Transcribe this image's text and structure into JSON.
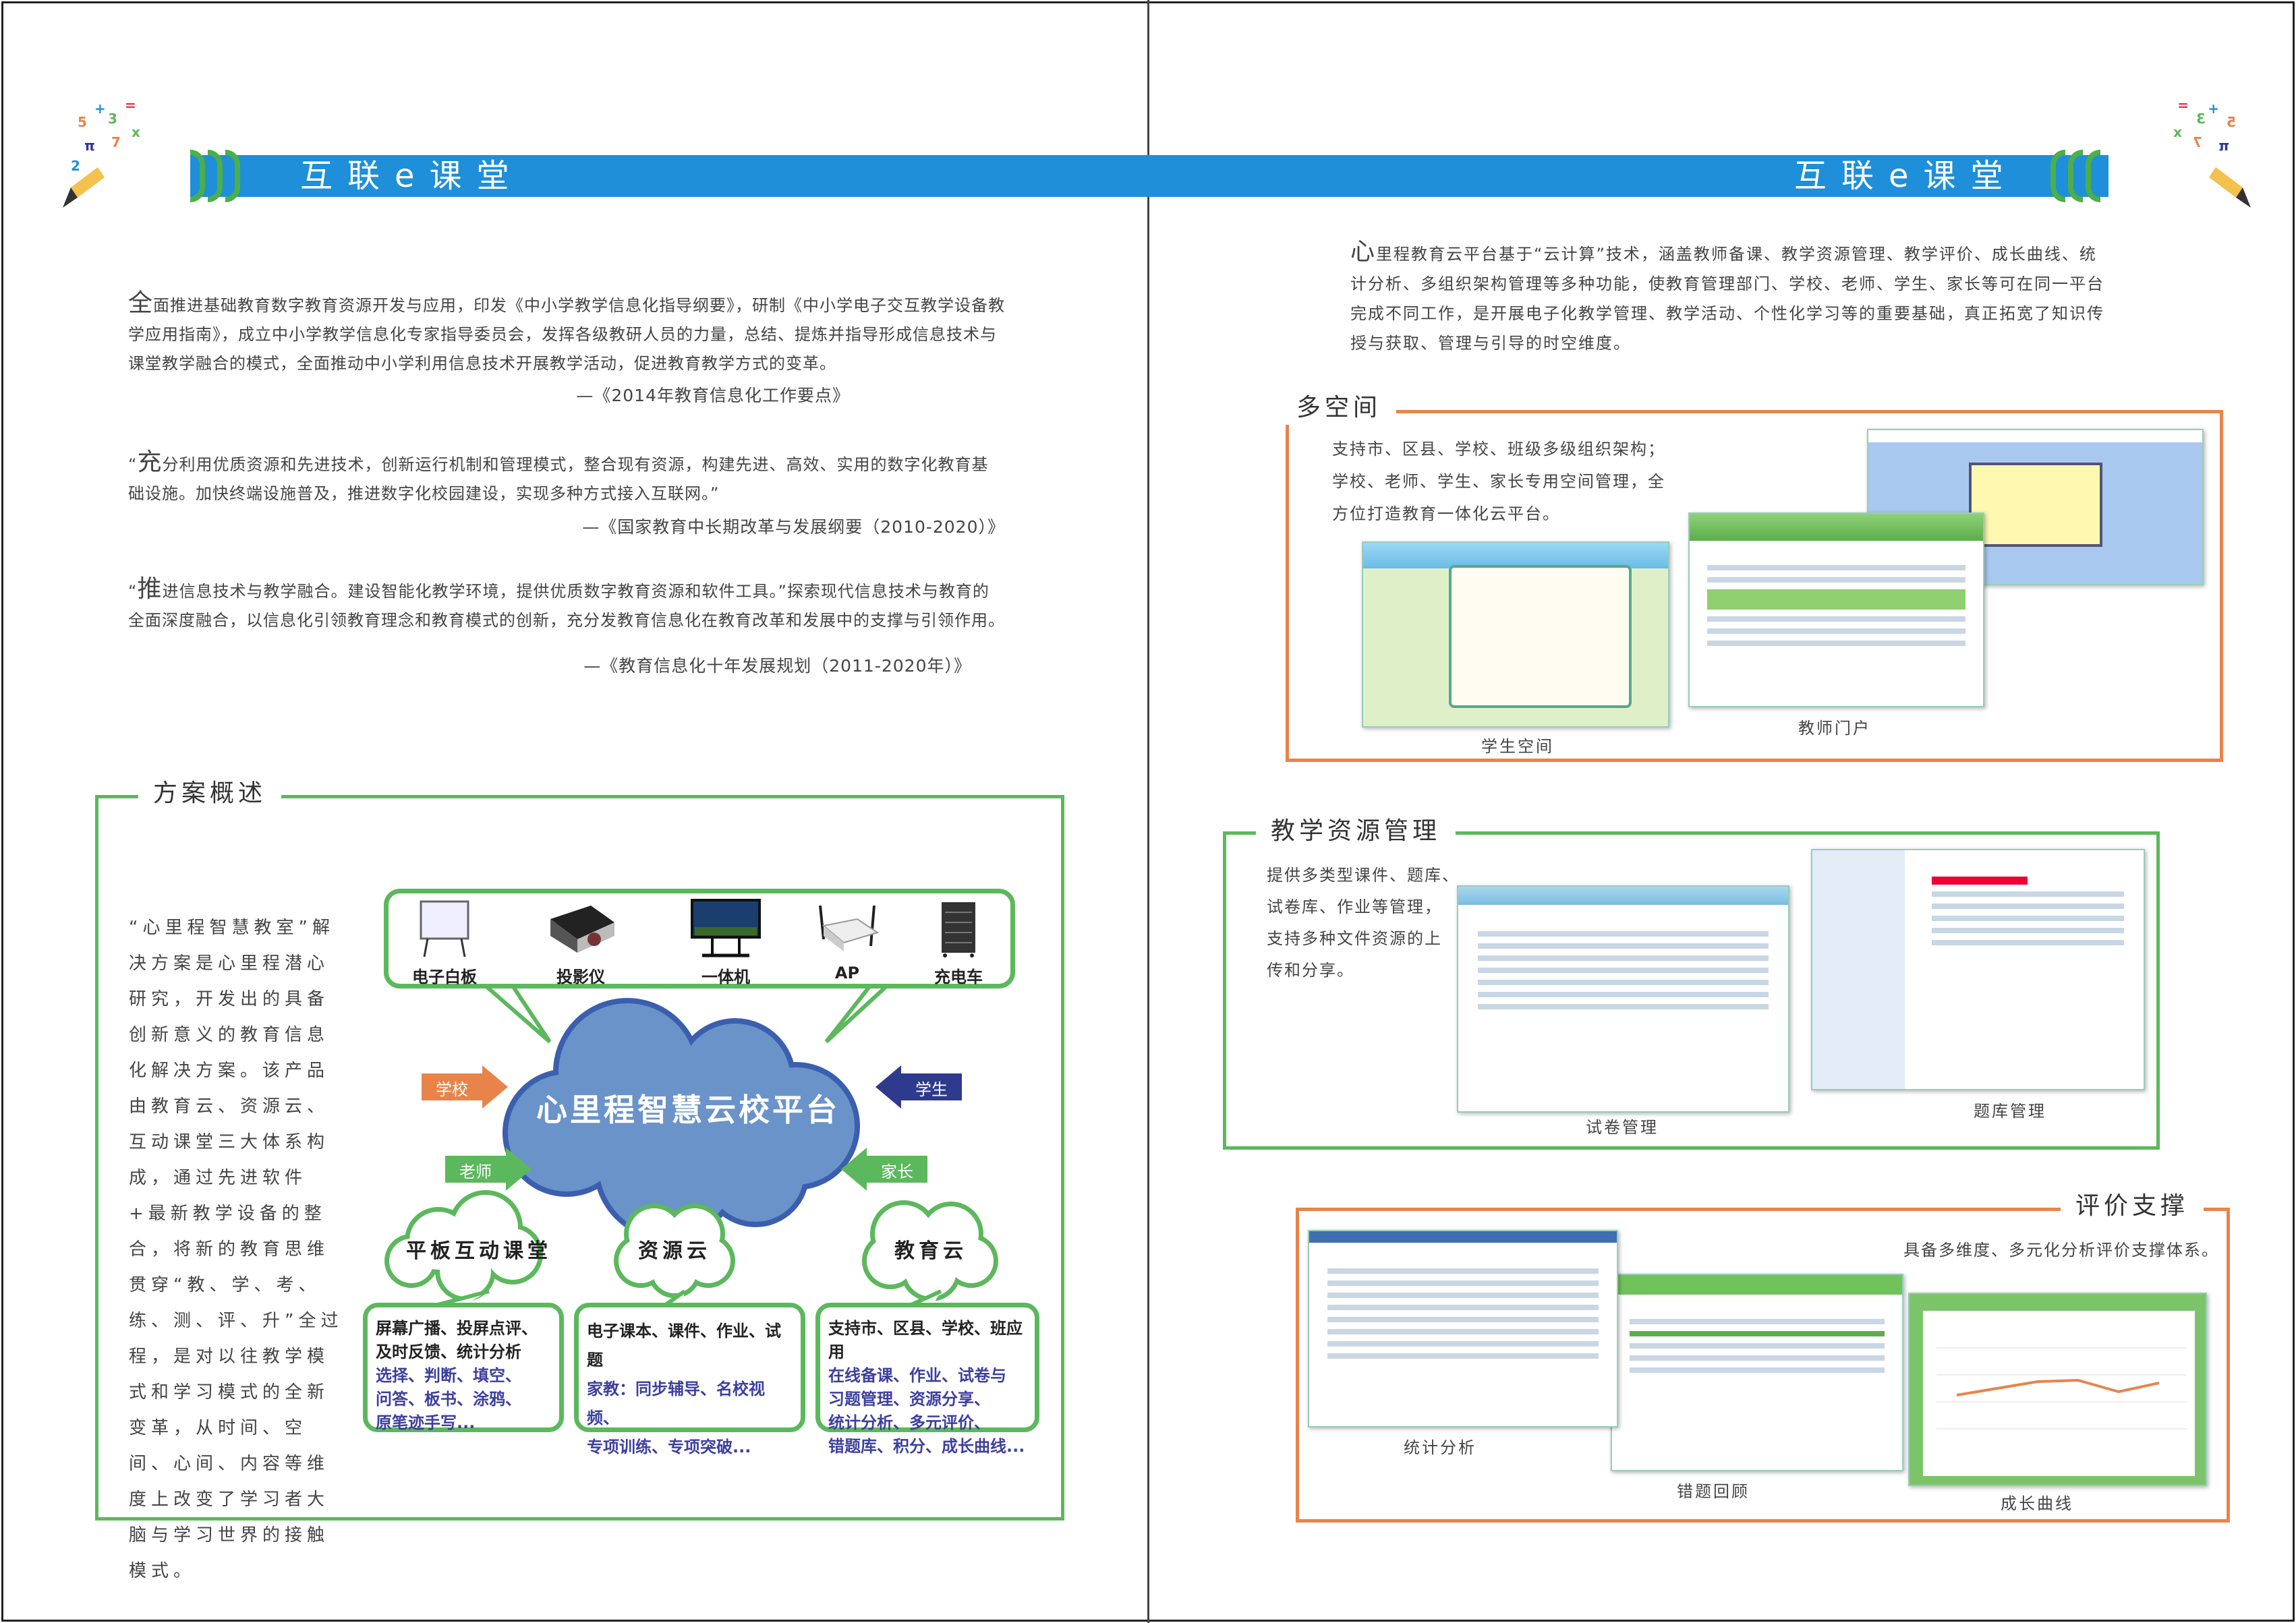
{
  "header": {
    "title_left": "互联e课堂",
    "title_right": "互联e课堂"
  },
  "quotes": [
    {
      "prefix": "",
      "lead": "全",
      "body": "面推进基础教育数字教育资源开发与应用，印发《中小学教学信息化指导纲要》，研制《中小学电子交互教学设备教学应用指南》，成立中小学教学信息化专家指导委员会，发挥各级教研人员的力量，总结、提炼并指导形成信息技术与课堂教学融合的模式，全面推动中小学利用信息技术开展教学活动，促进教育教学方式的变革。",
      "source": "—《2014年教育信息化工作要点》"
    },
    {
      "prefix": "“",
      "lead": "充",
      "body": "分利用优质资源和先进技术，创新运行机制和管理模式，整合现有资源，构建先进、高效、实用的数字化教育基础设施。加快终端设施普及，推进数字化校园建设，实现多种方式接入互联网。”",
      "source": "—《国家教育中长期改革与发展纲要（2010-2020）》"
    },
    {
      "prefix": "“",
      "lead": "推",
      "body": "进信息技术与教学融合。建设智能化教学环境，提供优质数字教育资源和软件工具。”探索现代信息技术与教育的全面深度融合，以信息化引领教育理念和教育模式的创新，充分发教育信息化在教育改革和发展中的支撑与引领作用。",
      "source": "—《教育信息化十年发展规划（2011-2020年）》"
    }
  ],
  "overview": {
    "title": "方案概述",
    "text": "“心里程智慧教室”解决方案是心里程潜心研究，开发出的具备创新意义的教育信息化解决方案。该产品由教育云、资源云、互动课堂三大体系构成，通过先进软件+最新教学设备的整合，将新的教育思维贯穿“教、学、考、练、测、评、升”全过程，是对以往教学模式和学习模式的全新变革，从时间、空间、心间、内容等维度上改变了学习者大脑与学习世界的接触模式。",
    "devices": [
      "电子白板",
      "投影仪",
      "一体机",
      "AP",
      "充电车"
    ],
    "platform": "心里程智慧云校平台",
    "arrows": {
      "school": "学校",
      "student": "学生",
      "teacher": "老师",
      "parent": "家长"
    },
    "colors": {
      "school": "#e8844a",
      "student": "#2e3a8c",
      "teacher": "#5cb85c",
      "parent": "#5cb85c",
      "cloud": "#6a93c9"
    },
    "modules": [
      {
        "title": "平板互动课堂",
        "black": [
          "屏幕广播、投屏点评、",
          "及时反馈、统计分析"
        ],
        "blue": [
          "选择、判断、填空、",
          "问答、板书、涂鸦、",
          "原笔迹手写..."
        ]
      },
      {
        "title": "资源云",
        "black": [
          "电子课本、课件、作业、试题"
        ],
        "blue": [
          "家教：同步辅导、名校视频、",
          "专项训练、专项突破..."
        ]
      },
      {
        "title": "教育云",
        "black": [
          "支持市、区县、学校、班应用"
        ],
        "blue": [
          "在线备课、作业、试卷与",
          "习题管理、资源分享、",
          "统计分析、多元评价、",
          "错题库、积分、成长曲线..."
        ]
      }
    ]
  },
  "intro": {
    "lead": "心",
    "body": "里程教育云平台基于“云计算”技术，涵盖教师备课、教学资源管理、教学评价、成长曲线、统计分析、多组织架构管理等多种功能，使教育管理部门、学校、老师、学生、家长等可在同一平台完成不同工作，是开展电子化教学管理、教学活动、个性化学习等的重要基础，真正拓宽了知识传授与获取、管理与引导的时空维度。"
  },
  "multispace": {
    "title": "多空间",
    "lines": [
      "支持市、区县、学校、班级多级组织架构；",
      "学校、老师、学生、家长专用空间管理，全",
      "方位打造教育一体化云平台。"
    ],
    "captions": [
      "学生空间",
      "教师门户"
    ]
  },
  "resources": {
    "title": "教学资源管理",
    "lines": [
      "提供多类型课件、题库、",
      "试卷库、作业等管理，",
      "支持多种文件资源的上",
      "传和分享。"
    ],
    "captions": [
      "试卷管理",
      "题库管理"
    ]
  },
  "evaluation": {
    "title": "评价支撑",
    "text": "具备多维度、多元化分析评价支撑体系。",
    "captions": [
      "统计分析",
      "错题回顾",
      "成长曲线"
    ]
  }
}
